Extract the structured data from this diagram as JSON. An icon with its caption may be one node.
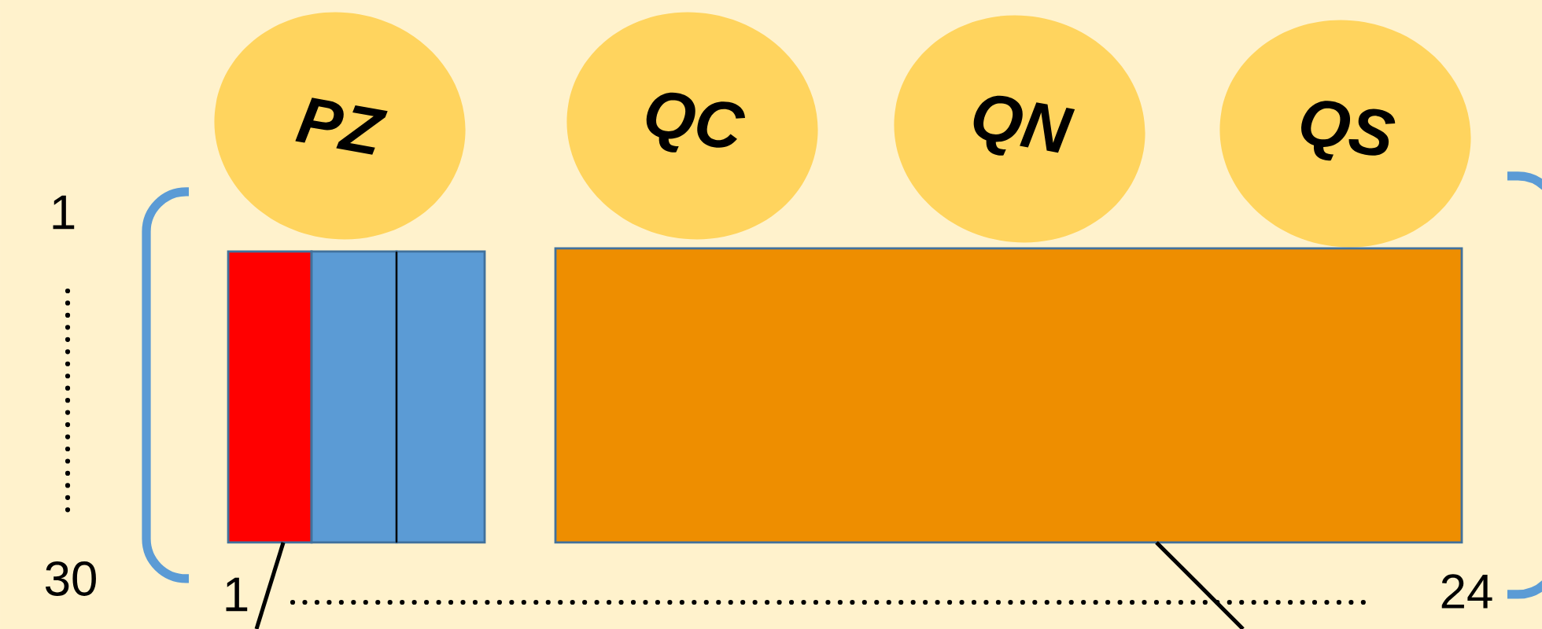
{
  "diagram": {
    "nodes": [
      {
        "text": [
          "PZ"
        ]
      },
      {
        "text": [
          "QC"
        ]
      },
      {
        "text": [
          "QN"
        ]
      },
      {
        "text": [
          "QS"
        ]
      },
      {
        "text": [],
        "shape": "box"
      },
      {
        "text": [],
        "shape": "box"
      },
      {
        "text": [],
        "shape": "box"
      },
      {
        "text": [],
        "shape": "box"
      }
    ],
    "edges": [
      {
        "from": 4,
        "to": null,
        "arrow": "none"
      },
      {
        "from": 7,
        "to": null,
        "arrow": "none"
      }
    ],
    "labels": [
      "1",
      "30",
      "1",
      "24"
    ]
  }
}
